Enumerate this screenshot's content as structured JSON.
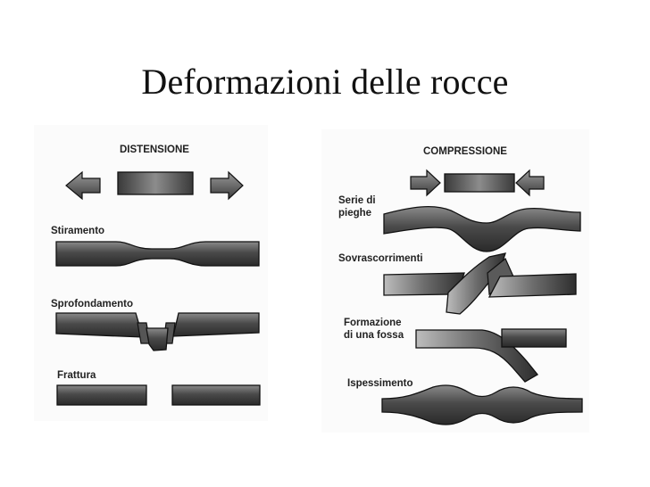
{
  "title": "Deformazioni delle rocce",
  "left_panel": {
    "heading": "DISTENSIONE",
    "items": [
      {
        "label": "Stiramento"
      },
      {
        "label": "Sprofondamento"
      },
      {
        "label": "Frattura"
      }
    ]
  },
  "right_panel": {
    "heading": "COMPRESSIONE",
    "items": [
      {
        "label_line1": "Serie di",
        "label_line2": "pieghe"
      },
      {
        "label": "Sovrascorrimenti"
      },
      {
        "label_line1": "Formazione",
        "label_line2": "di una fossa"
      },
      {
        "label": "Ispessimento"
      }
    ]
  }
}
